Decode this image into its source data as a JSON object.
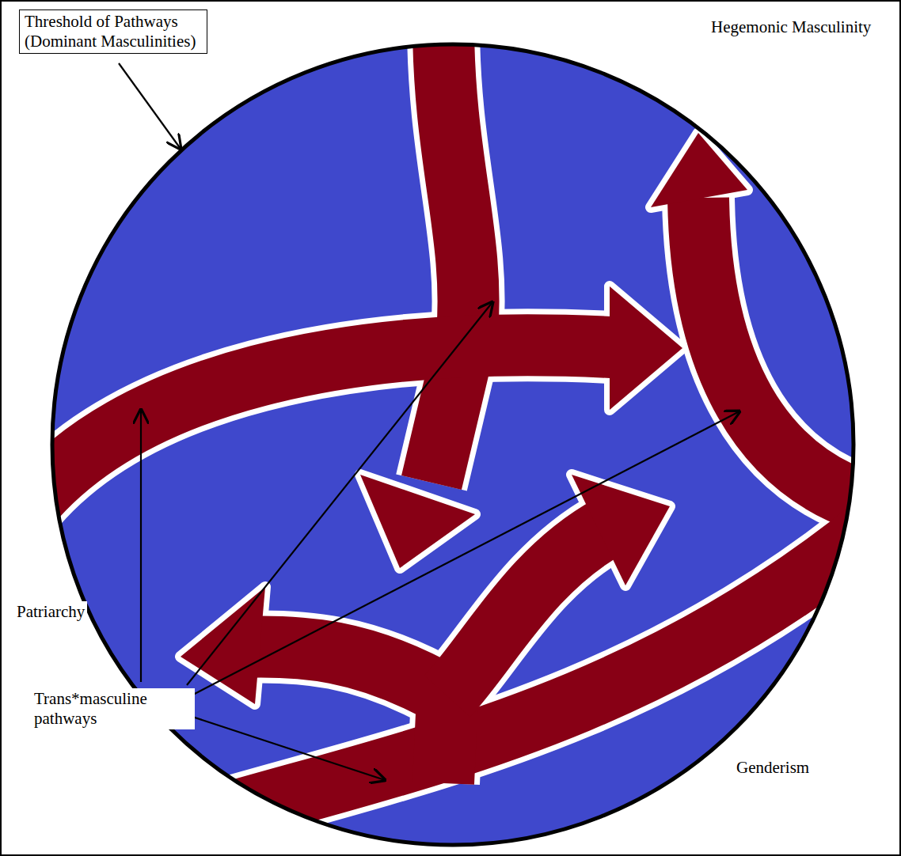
{
  "diagram": {
    "nodes": [
      {
        "text": [
          "Threshold of Pathways (Dominant Masculinities)"
        ]
      }
    ],
    "labels": [
      "Hegemonic Masculinity",
      "Patriarchy",
      "Genderism",
      "Trans*masculine pathways"
    ]
  }
}
